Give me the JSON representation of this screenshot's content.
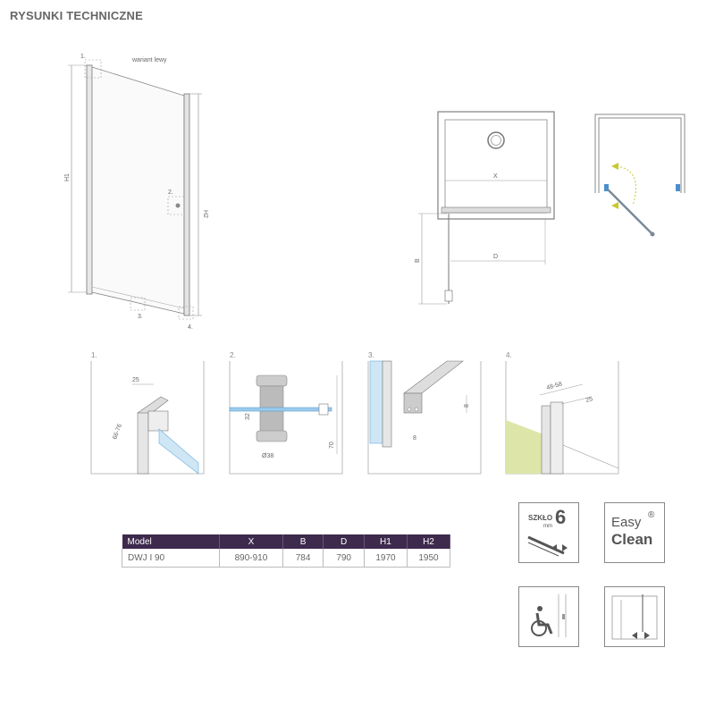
{
  "header": {
    "title": "RYSUNKI TECHNICZNE"
  },
  "main_drawing": {
    "variant_label": "wariant lewy",
    "dim_h1": "H1",
    "dim_h2": "H2",
    "callout_1": "1.",
    "callout_2": "2.",
    "callout_3": "3.",
    "callout_4": "4."
  },
  "plan_view": {
    "dim_x": "X",
    "dim_d": "D",
    "dim_b": "B"
  },
  "details": [
    {
      "number": "1.",
      "dims": [
        "25",
        "66-76"
      ]
    },
    {
      "number": "2.",
      "dims": [
        "32",
        "Ø38",
        "70"
      ]
    },
    {
      "number": "3.",
      "dims": [
        "8",
        "8"
      ]
    },
    {
      "number": "4.",
      "dims": [
        "48-58",
        "25"
      ]
    }
  ],
  "spec_table": {
    "headers": [
      "Model",
      "X",
      "B",
      "D",
      "H1",
      "H2"
    ],
    "rows": [
      [
        "DWJ I 90",
        "890-910",
        "784",
        "790",
        "1970",
        "1950"
      ]
    ]
  },
  "features": {
    "glass": {
      "label": "SZKŁO",
      "value": "6",
      "unit": "mm"
    },
    "easy_clean": {
      "line1": "Easy",
      "line2": "Clean",
      "mark": "®"
    }
  },
  "colors": {
    "table_header": "#3d2a4d",
    "accent_blue": "#4a90d0",
    "wall_green": "#dde6a8",
    "arrow_yellow": "#c8c832"
  }
}
